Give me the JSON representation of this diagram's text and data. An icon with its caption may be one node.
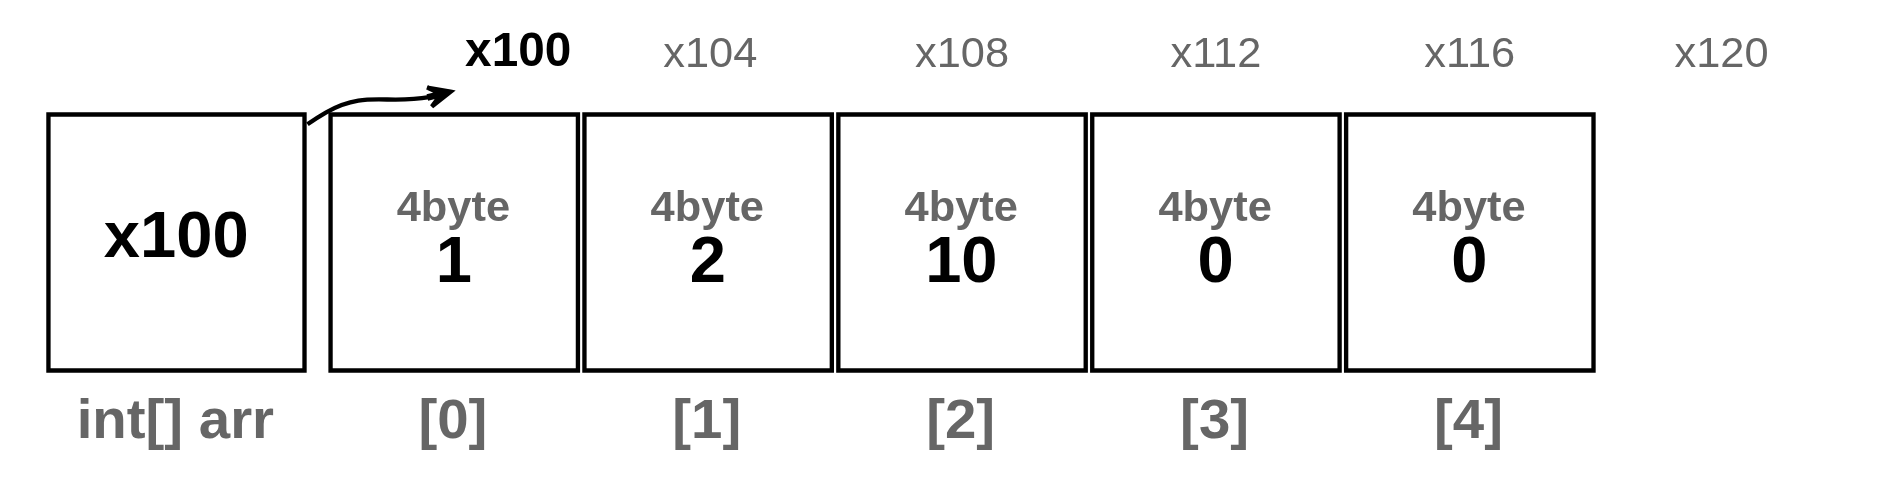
{
  "diagram": {
    "nodes": [
      {
        "text": [
          "x100"
        ],
        "beside": [
          "int[] arr"
        ]
      },
      {
        "text": [
          "x100"
        ]
      },
      {
        "text": [
          "4byte",
          "1"
        ],
        "beside": [
          "[0]"
        ]
      },
      {
        "text": [
          "4byte",
          "2"
        ],
        "beside": [
          "[1]"
        ]
      },
      {
        "text": [
          "4byte",
          "10"
        ],
        "beside": [
          "[2]"
        ]
      },
      {
        "text": [
          "4byte",
          "0"
        ],
        "beside": [
          "[3]"
        ]
      },
      {
        "text": [
          "4byte",
          "0"
        ],
        "beside": [
          "[4]"
        ]
      }
    ],
    "edges": [
      {
        "from": 0,
        "to": 1,
        "arrow": "to"
      }
    ],
    "labels": [
      "x104",
      "x108",
      "x112",
      "x116",
      "x120"
    ]
  }
}
